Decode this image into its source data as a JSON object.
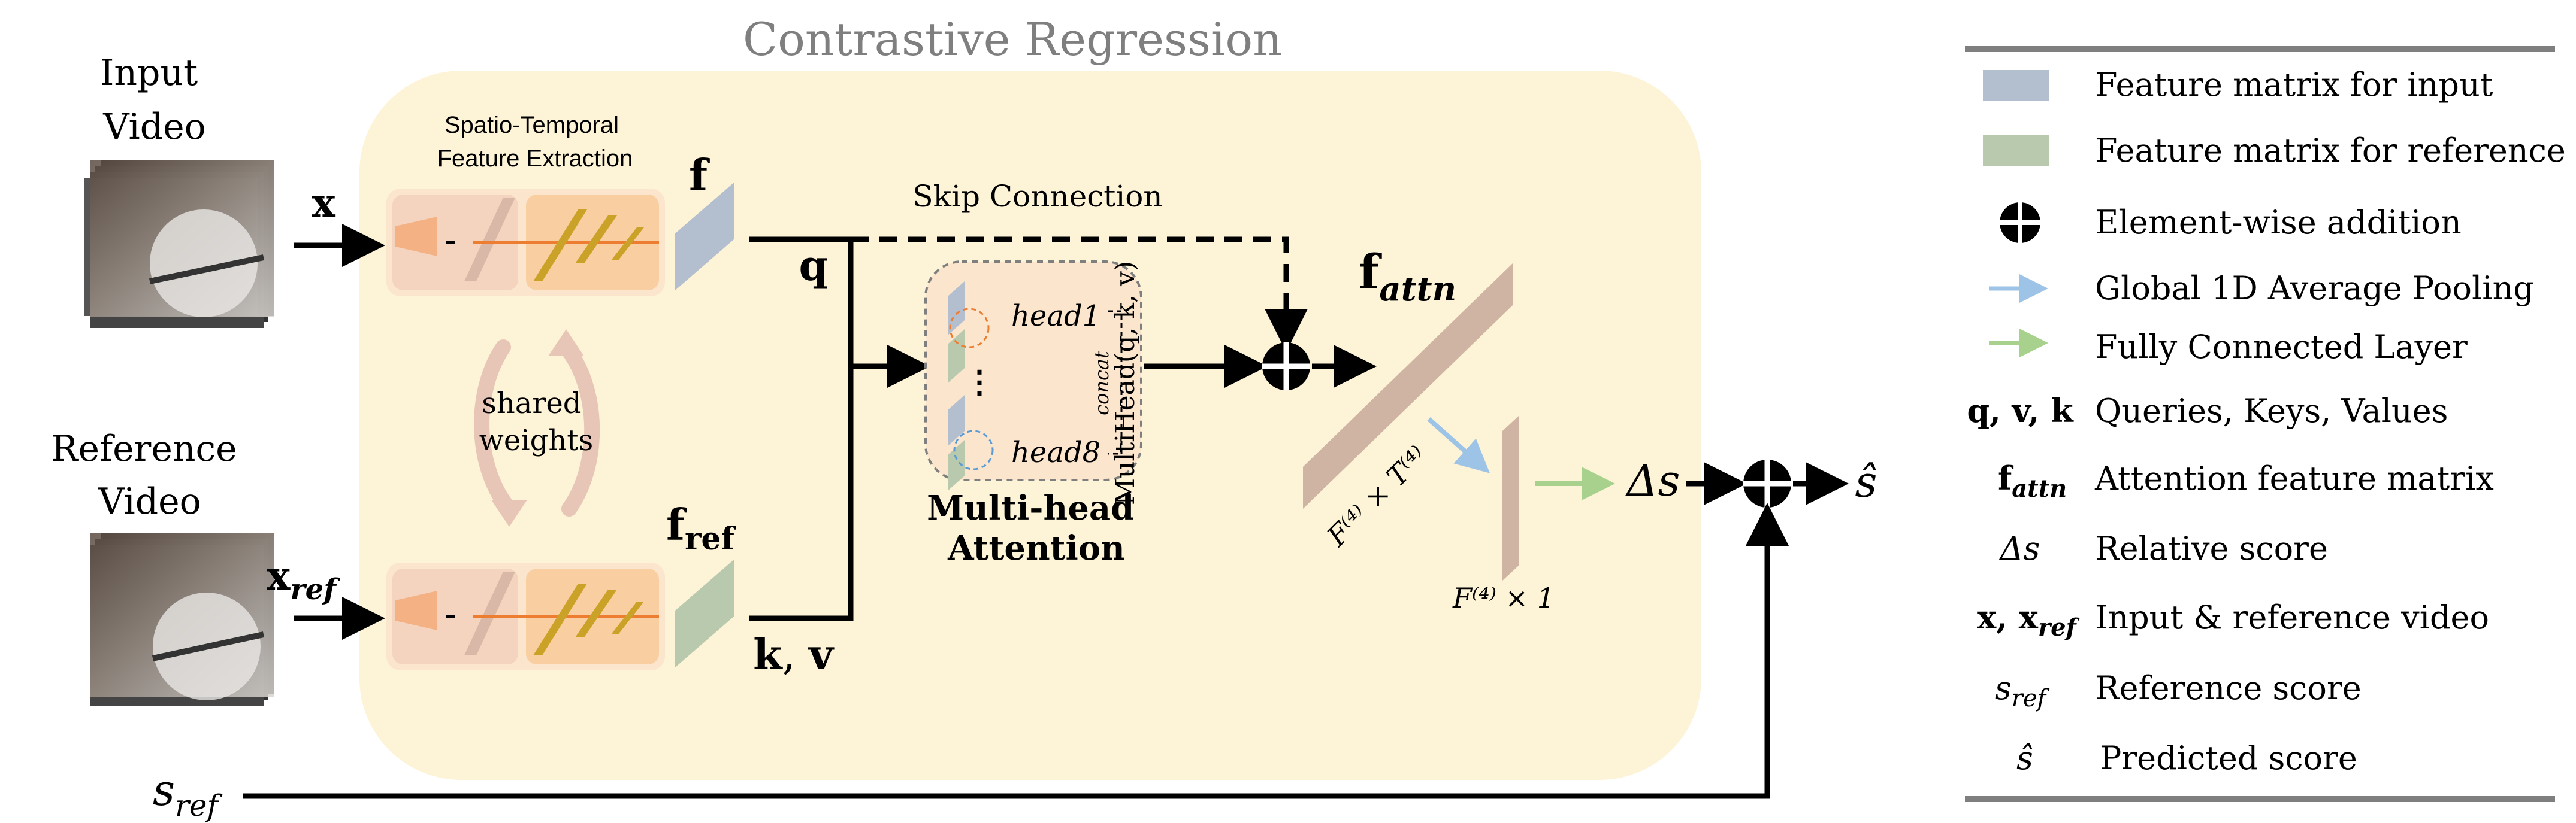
{
  "title": "Contrastive Regression",
  "inputs": {
    "input_video": [
      "Input",
      "Video"
    ],
    "reference_video": [
      "Reference",
      "Video"
    ],
    "x": "x",
    "x_ref_base": "x",
    "x_ref_sub": "ref"
  },
  "extraction": {
    "title": [
      "Spatio-Temporal",
      "Feature Extraction"
    ],
    "shared_weights": [
      "shared",
      "weights"
    ],
    "f": "f",
    "f_ref_base": "f",
    "f_ref_sub": "ref"
  },
  "connections": {
    "q": "q",
    "k": "k",
    "comma": ", ",
    "v": "v",
    "skip": "Skip Connection"
  },
  "attention": {
    "head1": "head1",
    "head8": "head8",
    "ellipsis": "⋮",
    "concat": "concat",
    "multihead": "MultiHead(q, k, v)",
    "label": [
      "Multi-head",
      "Attention"
    ]
  },
  "output": {
    "f_attn_base": "f",
    "f_attn_sub": "attn",
    "matrix_dim": "F⁽⁴⁾ × T⁽⁴⁾",
    "pooled_dim": "F⁽⁴⁾ × 1",
    "delta_s": "Δs",
    "s_hat": "ŝ",
    "s_ref_base": "s",
    "s_ref_sub": "ref"
  },
  "legend": [
    {
      "symbol": "Feature matrix for input",
      "swatch": "#b3bfcf"
    },
    {
      "symbol": "Feature matrix for reference",
      "swatch": "#b8c9ae"
    },
    {
      "symbol": "Element-wise addition"
    },
    {
      "symbol": "Global 1D Average Pooling",
      "arrow_color": "#9dc3e6"
    },
    {
      "symbol": "Fully Connected Layer",
      "arrow_color": "#a9d18e"
    },
    {
      "key": "q, v, k",
      "symbol": "Queries, Keys, Values"
    },
    {
      "key_base": "f",
      "key_sub": "attn",
      "symbol": "Attention feature matrix"
    },
    {
      "key": "Δs",
      "symbol": "Relative score"
    },
    {
      "key": "x, x",
      "key_sub": "ref",
      "symbol": "Input & reference video"
    },
    {
      "key_base": "s",
      "key_sub": "ref",
      "symbol": "Reference score"
    },
    {
      "key": "ŝ",
      "symbol": "Predicted score"
    }
  ],
  "colors": {
    "panel": "#fdf3d6",
    "input_matrix": "#b3bfcf",
    "reference_matrix": "#b8c9ae",
    "attn_matrix": "#cfb3a3",
    "pool_arrow": "#9dc3e6",
    "fc_arrow": "#a9d18e",
    "title_gray": "#7f7f7f"
  }
}
